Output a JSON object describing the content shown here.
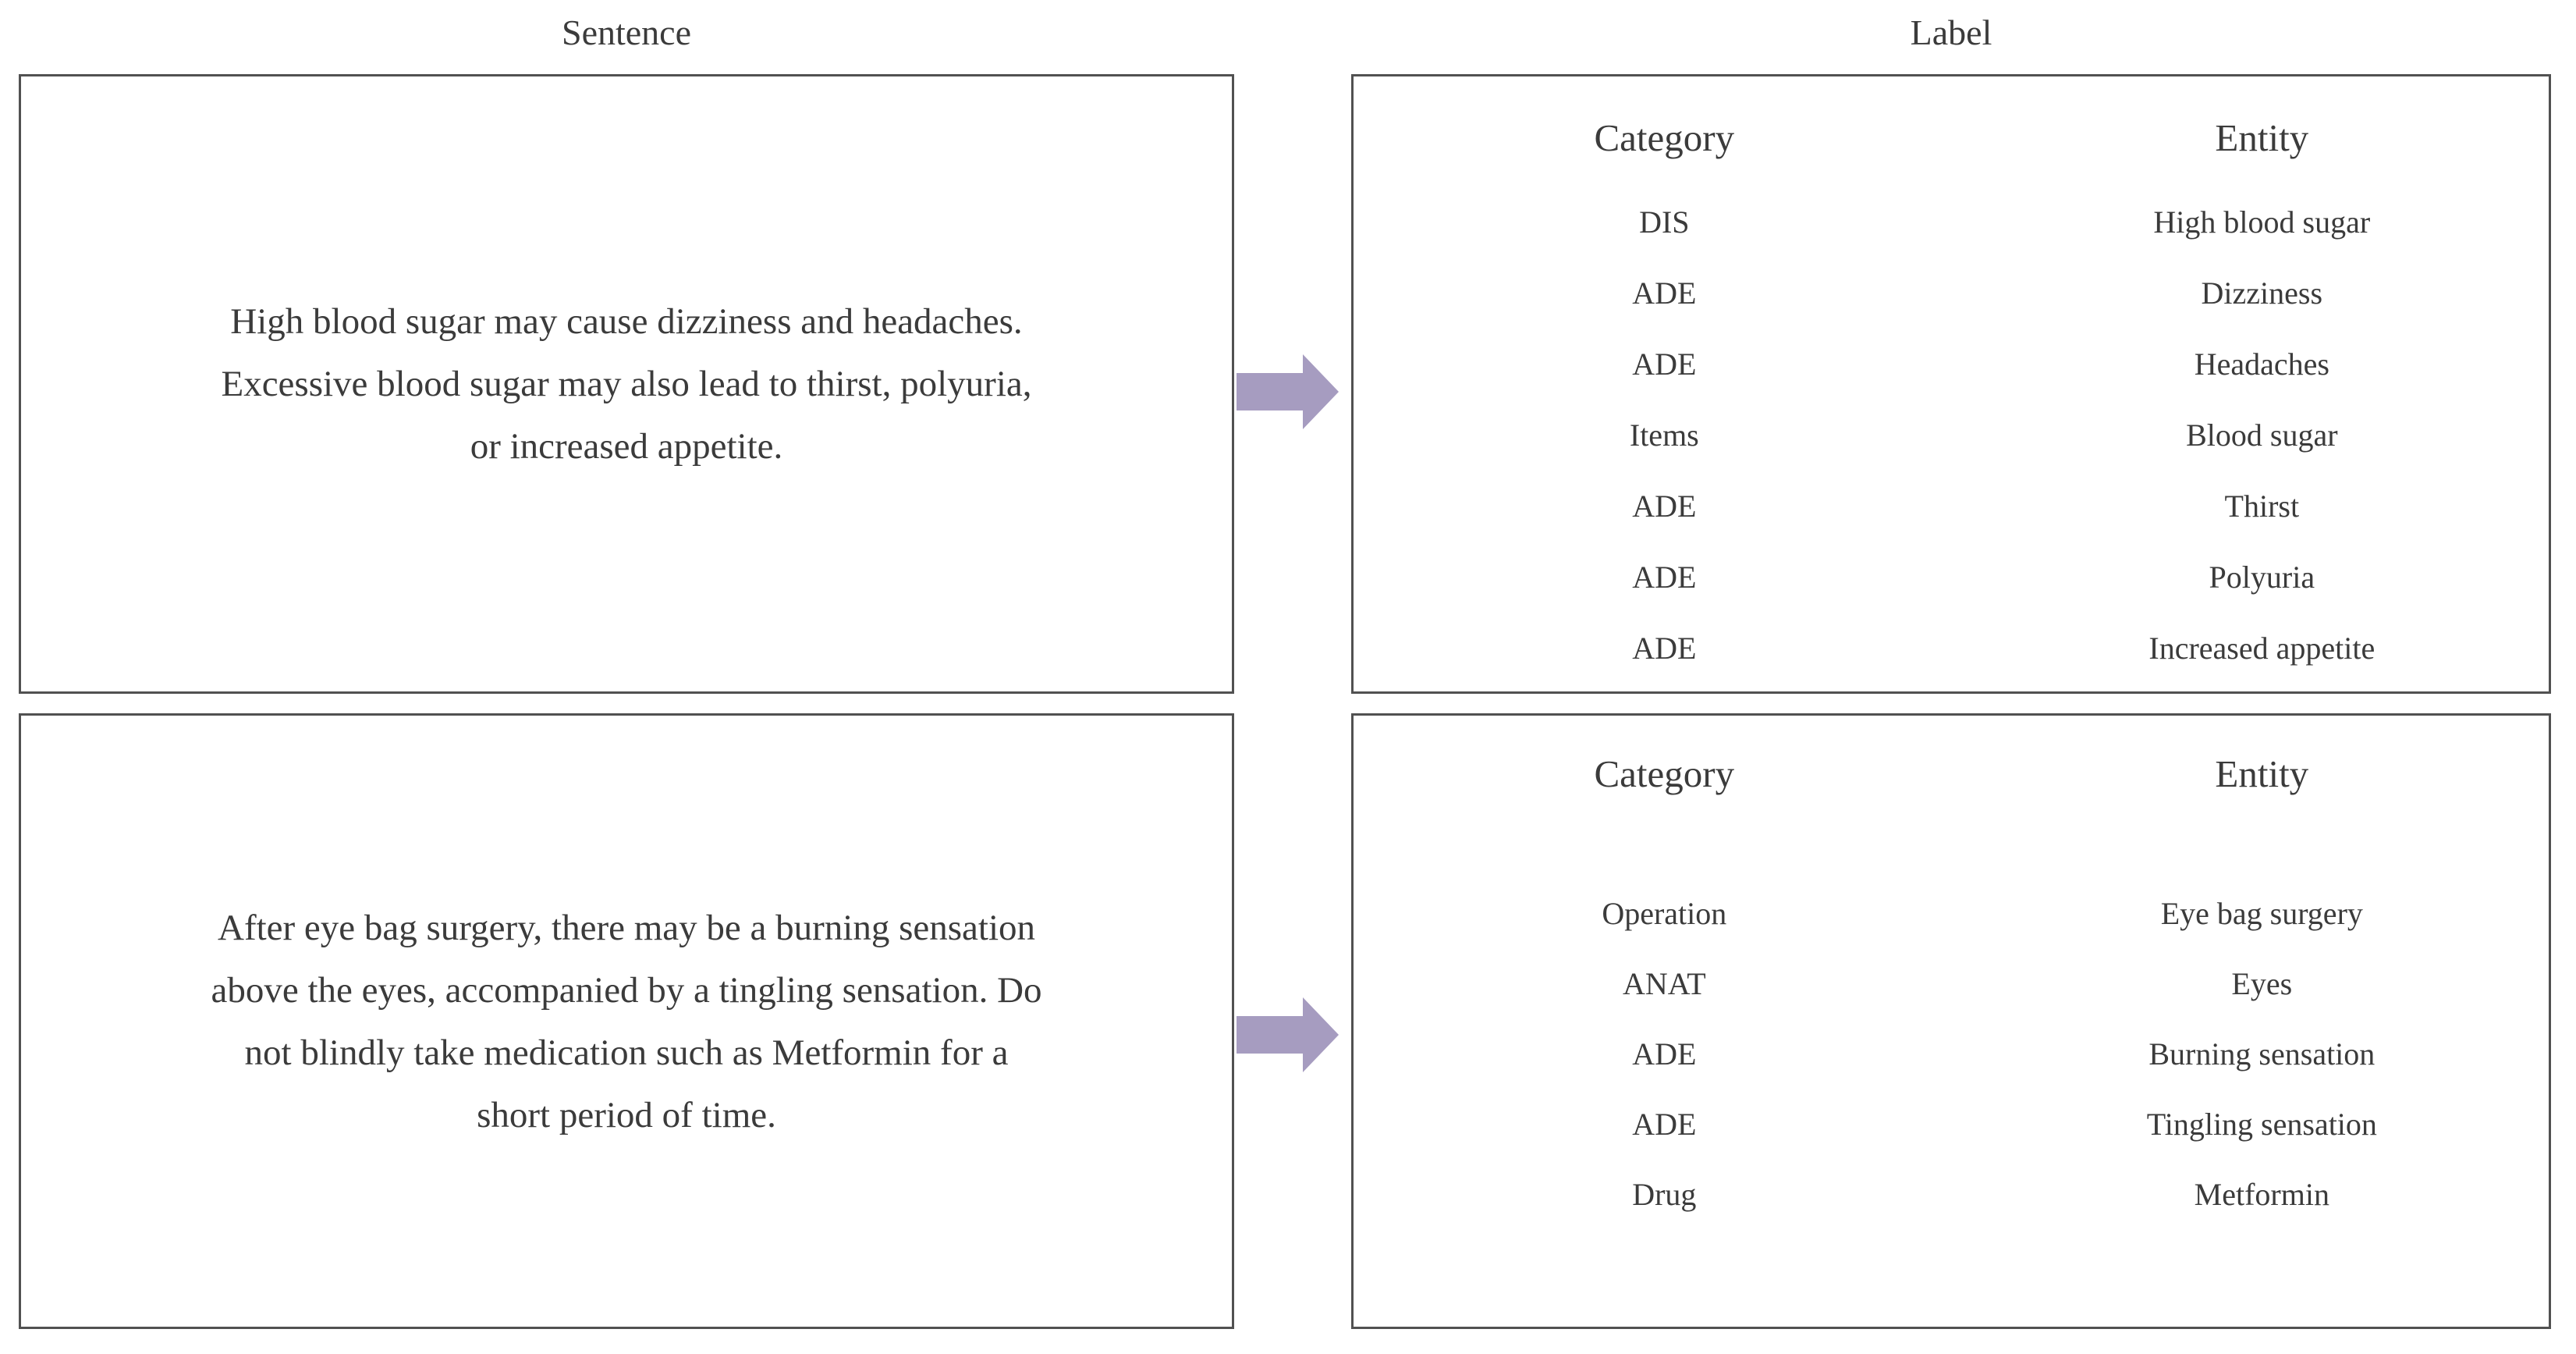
{
  "headers": {
    "sentence": "Sentence",
    "label": "Label"
  },
  "colors": {
    "arrow": "#a69cc0",
    "box_border": "#515151",
    "text": "#3b3b3b"
  },
  "examples": [
    {
      "sentence": "High blood sugar may cause dizziness and headaches.\nExcessive blood sugar may also lead to thirst, polyuria,\nor increased appetite.",
      "table": {
        "category_header": "Category",
        "entity_header": "Entity",
        "entries": [
          {
            "category": "DIS",
            "entity": "High blood sugar"
          },
          {
            "category": "ADE",
            "entity": "Dizziness"
          },
          {
            "category": "ADE",
            "entity": "Headaches"
          },
          {
            "category": "Items",
            "entity": "Blood sugar"
          },
          {
            "category": "ADE",
            "entity": "Thirst"
          },
          {
            "category": "ADE",
            "entity": "Polyuria"
          },
          {
            "category": "ADE",
            "entity": "Increased appetite"
          }
        ]
      }
    },
    {
      "sentence": "After eye bag surgery, there may be a burning sensation\nabove the eyes, accompanied by a tingling sensation. Do\nnot blindly take medication such as Metformin for a\nshort period of time.",
      "table": {
        "category_header": "Category",
        "entity_header": "Entity",
        "entries": [
          {
            "category": "Operation",
            "entity": "Eye bag surgery"
          },
          {
            "category": "ANAT",
            "entity": "Eyes"
          },
          {
            "category": "ADE",
            "entity": "Burning sensation"
          },
          {
            "category": "ADE",
            "entity": "Tingling sensation"
          },
          {
            "category": "Drug",
            "entity": "Metformin"
          }
        ]
      }
    }
  ]
}
